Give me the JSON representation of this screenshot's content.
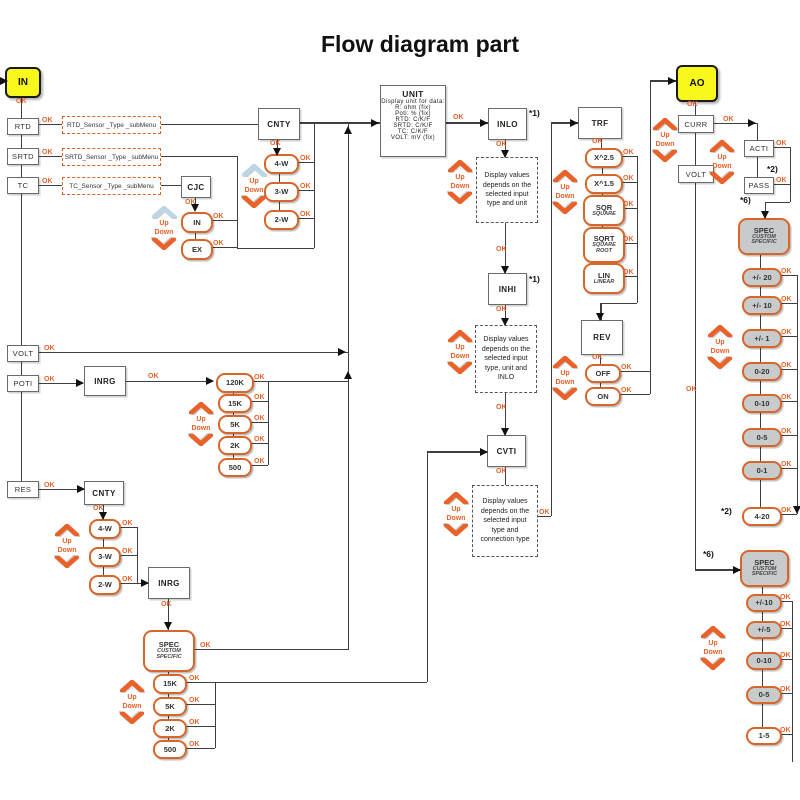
{
  "title": "Flow diagram part",
  "colors": {
    "accent_orange": "#E8622A",
    "alt_chevron_blue": "#BCD6E4",
    "node_yellow": "#F8F81C",
    "range_gray": "#C7CBCB",
    "line_dark": "#3F3F3F"
  },
  "labels": {
    "ok": "OK",
    "up": "Up",
    "down": "Down",
    "note1": "*1)",
    "note2": "*2)",
    "note6": "*6)"
  },
  "io": {
    "in": "IN",
    "ao": "AO"
  },
  "left_menu": {
    "rtd": "RTD",
    "srtd": "SRTD",
    "tc": "TC",
    "volt": "VOLT",
    "poti": "POTI",
    "res": "RES"
  },
  "submenus": {
    "rtd": "RTD_Sensor _Type _subMenu",
    "srtd": "SRTD_Sensor _Type _subMenu",
    "tc": "TC_Sensor _Type _subMenu"
  },
  "cjc": {
    "label": "CJC",
    "options": [
      "IN",
      "EX"
    ]
  },
  "cnty_top": {
    "label": "CNTY",
    "options": [
      "4-W",
      "3-W",
      "2-W"
    ]
  },
  "cnty_bottom": {
    "label": "CNTY",
    "options": [
      "4-W",
      "3-W",
      "2-W"
    ]
  },
  "unit": {
    "title": "UNIT",
    "lines": [
      "Display unit for data:",
      "R: ohm (fix)",
      "Poti: % (fix)",
      "RTD: C/K/F",
      "SRTD: C/K/F",
      "TC: C/K/F",
      "VOLT: mV (fix)"
    ]
  },
  "inlo": {
    "label": "INLO",
    "note": "Display values depends on the selected input type and unit"
  },
  "inhi": {
    "label": "INHI",
    "note": "Display values depends on the selected input type, unit and INLO"
  },
  "cvti": {
    "label": "CVTI",
    "note": "Display values depends on the selected input type and connection type"
  },
  "trf": {
    "label": "TRF",
    "options": [
      {
        "label": "X^2.5",
        "sub": ""
      },
      {
        "label": "X^1.5",
        "sub": ""
      },
      {
        "label": "SQR",
        "sub": "SQUARE"
      },
      {
        "label": "SQRT",
        "sub": "SQUARE ROOT"
      },
      {
        "label": "LIN",
        "sub": "LINEAR"
      }
    ]
  },
  "rev": {
    "label": "REV",
    "options": [
      "OFF",
      "ON"
    ]
  },
  "inrg_top": {
    "label": "INRG",
    "options": [
      "120K",
      "15K",
      "5K",
      "2K",
      "500"
    ]
  },
  "inrg_bottom": {
    "label": "INRG",
    "spec": {
      "label": "SPEC",
      "sub": "CUSTOM SPECIFIC"
    },
    "options": [
      "15K",
      "5K",
      "2K",
      "500"
    ]
  },
  "ao_menu": {
    "curr": "CURR",
    "volt": "VOLT",
    "acti": "ACTI",
    "pass": "PASS"
  },
  "spec_current": {
    "label": "SPEC",
    "sub": "CUSTOM SPECIFIC",
    "ranges": [
      "+/- 20",
      "+/- 10",
      "+/- 1",
      "0-20",
      "0-10",
      "0-5",
      "0-1",
      "4-20"
    ]
  },
  "spec_voltage": {
    "label": "SPEC",
    "sub": "CUSTOM SPECIFIC",
    "ranges": [
      "+/-10",
      "+/-5",
      "0-10",
      "0-5",
      "1-5"
    ]
  }
}
